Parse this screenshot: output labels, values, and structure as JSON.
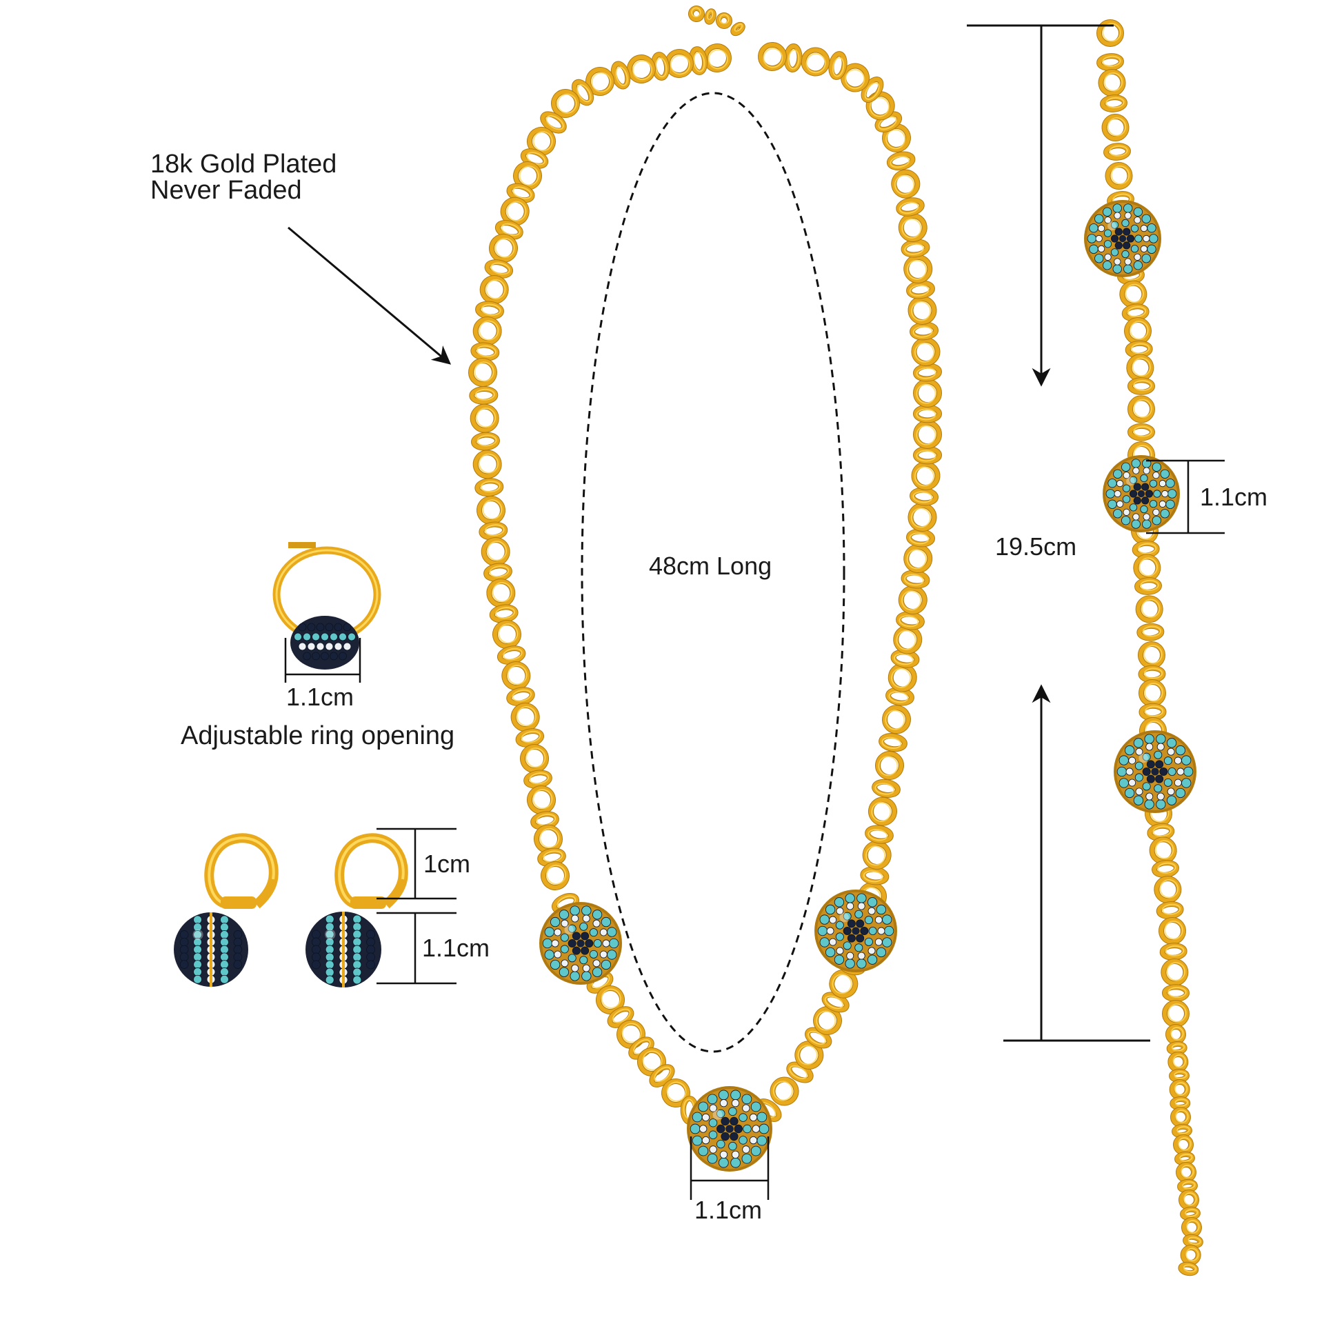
{
  "labels": {
    "gold_line1": "18k Gold Plated",
    "gold_line2": "Never Faded",
    "necklace_length": "48cm Long",
    "necklace_pendant_width": "1.1cm",
    "ring_width": "1.1cm",
    "ring_note": "Adjustable ring opening",
    "earring_hook_height": "1cm",
    "earring_ball_height": "1.1cm",
    "bracelet_length": "19.5cm",
    "bracelet_charm_width": "1.1cm"
  },
  "colors": {
    "gold": "#e8a91c",
    "gold_dark": "#b07a10",
    "gold_light": "#ffd75a",
    "turquoise": "#5fc6c9",
    "navy": "#17223a",
    "crystal": "#eef2f4",
    "line": "#111111"
  }
}
